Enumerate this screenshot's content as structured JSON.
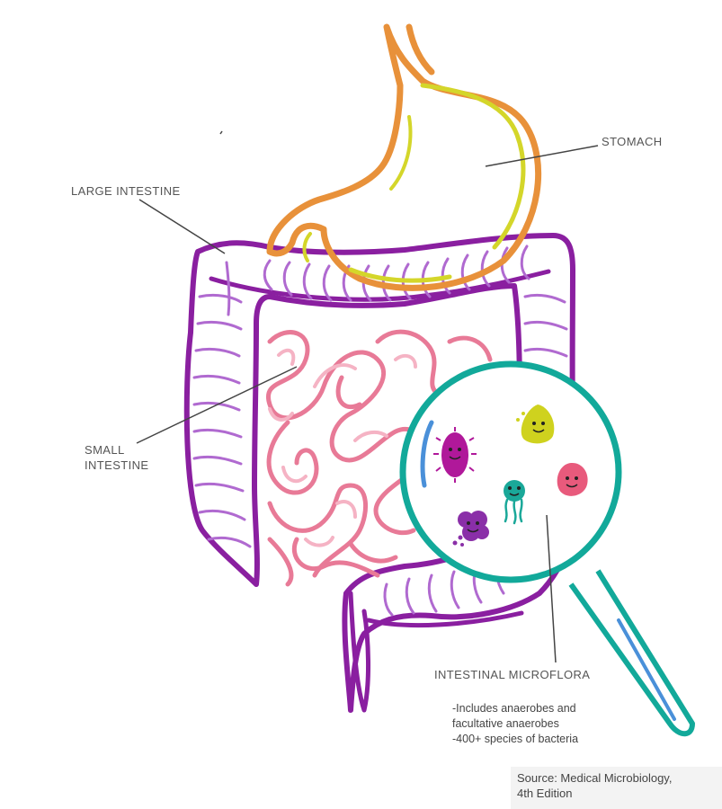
{
  "labels": {
    "stomach": "STOMACH",
    "large_intestine": "LARGE INTESTINE",
    "small_intestine_line1": "SMALL",
    "small_intestine_line2": "INTESTINE",
    "microflora": "INTESTINAL MICROFLORA"
  },
  "notes": [
    "-Includes anaerobes and",
    "facultative anaerobes",
    "-400+ species of bacteria"
  ],
  "source": {
    "line1": "Source: Medical Microbiology,",
    "line2": "4th Edition"
  },
  "colors": {
    "stomach_outline": "#e8913a",
    "stomach_inner": "#d4d62a",
    "large_intestine": "#8a1fa0",
    "large_intestine_inner": "#b06ad0",
    "small_intestine": "#e87a97",
    "small_intestine_light": "#f5b3c4",
    "magnifier": "#12a99a",
    "magnifier_highlight": "#4a90d9",
    "leader_line": "#444444"
  },
  "microbes": [
    {
      "name": "magenta-rod-bacterium",
      "color": "#b0189a"
    },
    {
      "name": "yellow-blob-bacterium",
      "color": "#cfd21e"
    },
    {
      "name": "pink-round-bacterium",
      "color": "#e85a7c"
    },
    {
      "name": "teal-flagellate-bacterium",
      "color": "#1aa899"
    },
    {
      "name": "purple-cluster-bacterium",
      "color": "#8a2fa8"
    }
  ]
}
